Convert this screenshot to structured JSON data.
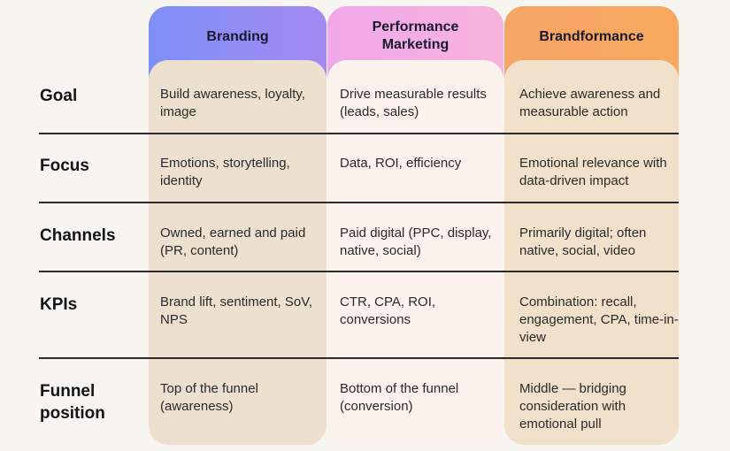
{
  "columns": [
    {
      "label": "Branding"
    },
    {
      "label": "Performance\nMarketing"
    },
    {
      "label": "Brandformance"
    }
  ],
  "rows": [
    {
      "label": "Goal",
      "cells": [
        "Build awareness, loyalty, image",
        "Drive measurable results (leads, sales)",
        "Achieve awareness and measurable action"
      ]
    },
    {
      "label": "Focus",
      "cells": [
        "Emotions, storytelling, identity",
        "Data, ROI, efficiency",
        "Emotional relevance with data-driven impact"
      ]
    },
    {
      "label": "Channels",
      "cells": [
        "Owned, earned and paid (PR, content)",
        "Paid digital (PPC, display, native, social)",
        "Primarily digital; often native, social, video"
      ]
    },
    {
      "label": "KPIs",
      "cells": [
        "Brand lift, sentiment, SoV, NPS",
        "CTR, CPA, ROI, conversions",
        "Combination: recall, engagement, CPA, time-in-view"
      ]
    },
    {
      "label": "Funnel position",
      "cells": [
        "Top of the funnel (awareness)",
        "Bottom of the funnel (conversion)",
        "Middle — bridging consideration with emotional pull"
      ]
    }
  ],
  "colors": {
    "branding_header": "#8a8ef5",
    "performance_header": "#f3acE3",
    "brandformance_header": "#f6a660",
    "branding_column": "#ede0cf",
    "performance_column": "#fcf1ec",
    "brandformance_column": "#f1e0ca"
  }
}
